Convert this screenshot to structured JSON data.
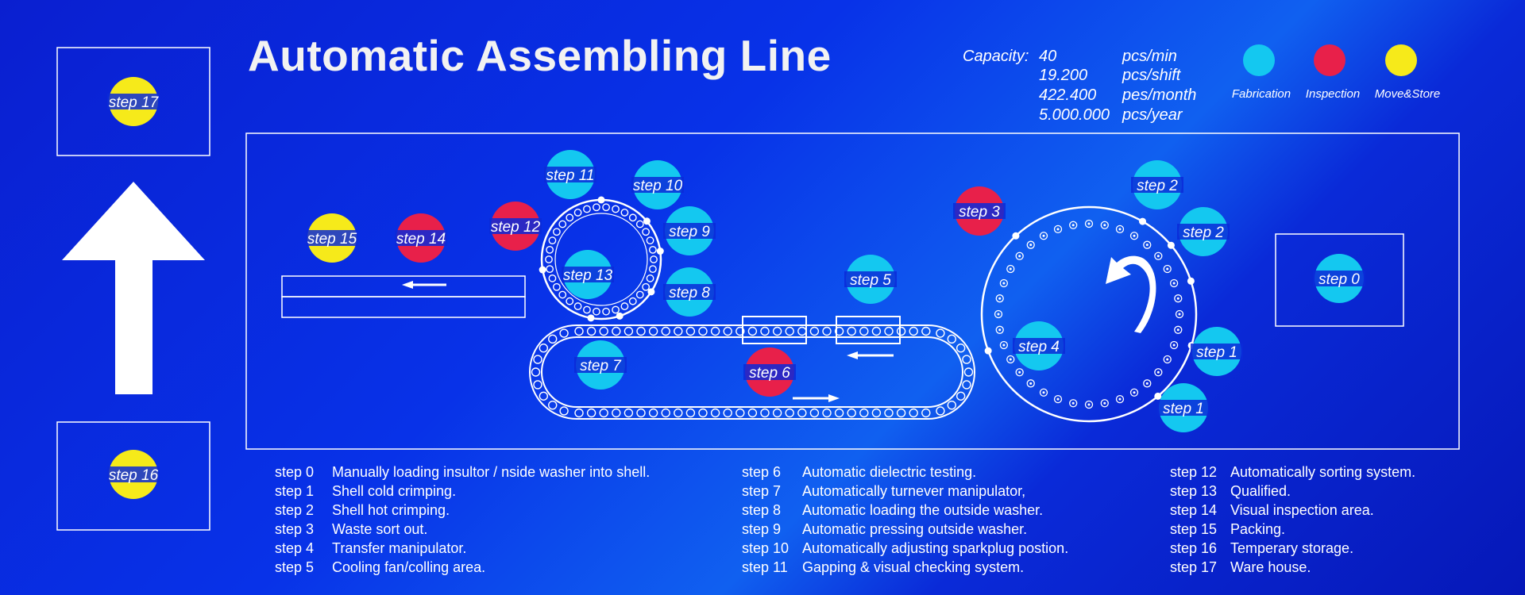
{
  "title": "Automatic Assembling Line",
  "capacity": {
    "label": "Capacity:",
    "rows": [
      {
        "value": "40",
        "unit": "pcs/min"
      },
      {
        "value": "19.200",
        "unit": "pcs/shift"
      },
      {
        "value": "422.400",
        "unit": "pes/month"
      },
      {
        "value": "5.000.000",
        "unit": "pcs/year"
      }
    ]
  },
  "legend": [
    {
      "label": "Fabrication",
      "color": "#14c8f0"
    },
    {
      "label": "Inspection",
      "color": "#e8204a"
    },
    {
      "label": "Move&Store",
      "color": "#f6ea1a"
    }
  ],
  "markers": [
    {
      "label": "step 17",
      "color": "#f6ea1a"
    },
    {
      "label": "step 16",
      "color": "#f6ea1a"
    },
    {
      "label": "step 15",
      "color": "#f6ea1a"
    },
    {
      "label": "step 14",
      "color": "#e8204a"
    },
    {
      "label": "step 12",
      "color": "#e8204a"
    },
    {
      "label": "step 11",
      "color": "#14c8f0"
    },
    {
      "label": "step 10",
      "color": "#14c8f0"
    },
    {
      "label": "step 9",
      "color": "#14c8f0"
    },
    {
      "label": "step 13",
      "color": "#14c8f0"
    },
    {
      "label": "step 8",
      "color": "#14c8f0"
    },
    {
      "label": "step 7",
      "color": "#14c8f0"
    },
    {
      "label": "step 6",
      "color": "#e8204a"
    },
    {
      "label": "step 5",
      "color": "#14c8f0"
    },
    {
      "label": "step 3",
      "color": "#e8204a"
    },
    {
      "label": "step 2",
      "color": "#14c8f0"
    },
    {
      "label": "step 2",
      "color": "#14c8f0"
    },
    {
      "label": "step 4",
      "color": "#14c8f0"
    },
    {
      "label": "step 1",
      "color": "#14c8f0"
    },
    {
      "label": "step 1",
      "color": "#14c8f0"
    },
    {
      "label": "step 0",
      "color": "#14c8f0"
    }
  ],
  "descriptions": [
    {
      "step": "step 0",
      "text": "Manually loading insultor / nside washer into shell."
    },
    {
      "step": "step 1",
      "text": "Shell cold crimping."
    },
    {
      "step": "step 2",
      "text": "Shell hot crimping."
    },
    {
      "step": "step 3",
      "text": "Waste sort out."
    },
    {
      "step": "step 4",
      "text": "Transfer manipulator."
    },
    {
      "step": "step 5",
      "text": "Cooling fan/colling area."
    },
    {
      "step": "step 6",
      "text": "Automatic dielectric testing."
    },
    {
      "step": "step 7",
      "text": "Automatically turnever manipulator,"
    },
    {
      "step": "step 8",
      "text": "Automatic loading the outside washer."
    },
    {
      "step": "step 9",
      "text": "Automatic pressing outside washer."
    },
    {
      "step": "step 10",
      "text": "Automatically adjusting sparkplug postion."
    },
    {
      "step": "step 11",
      "text": "Gapping & visual checking system."
    },
    {
      "step": "step 12",
      "text": "Automatically sorting system."
    },
    {
      "step": "step 13",
      "text": "Qualified."
    },
    {
      "step": "step 14",
      "text": "Visual inspection area."
    },
    {
      "step": "step 15",
      "text": "Packing."
    },
    {
      "step": "step 16",
      "text": "Temperary storage."
    },
    {
      "step": "step 17",
      "text": "Ware house."
    }
  ]
}
